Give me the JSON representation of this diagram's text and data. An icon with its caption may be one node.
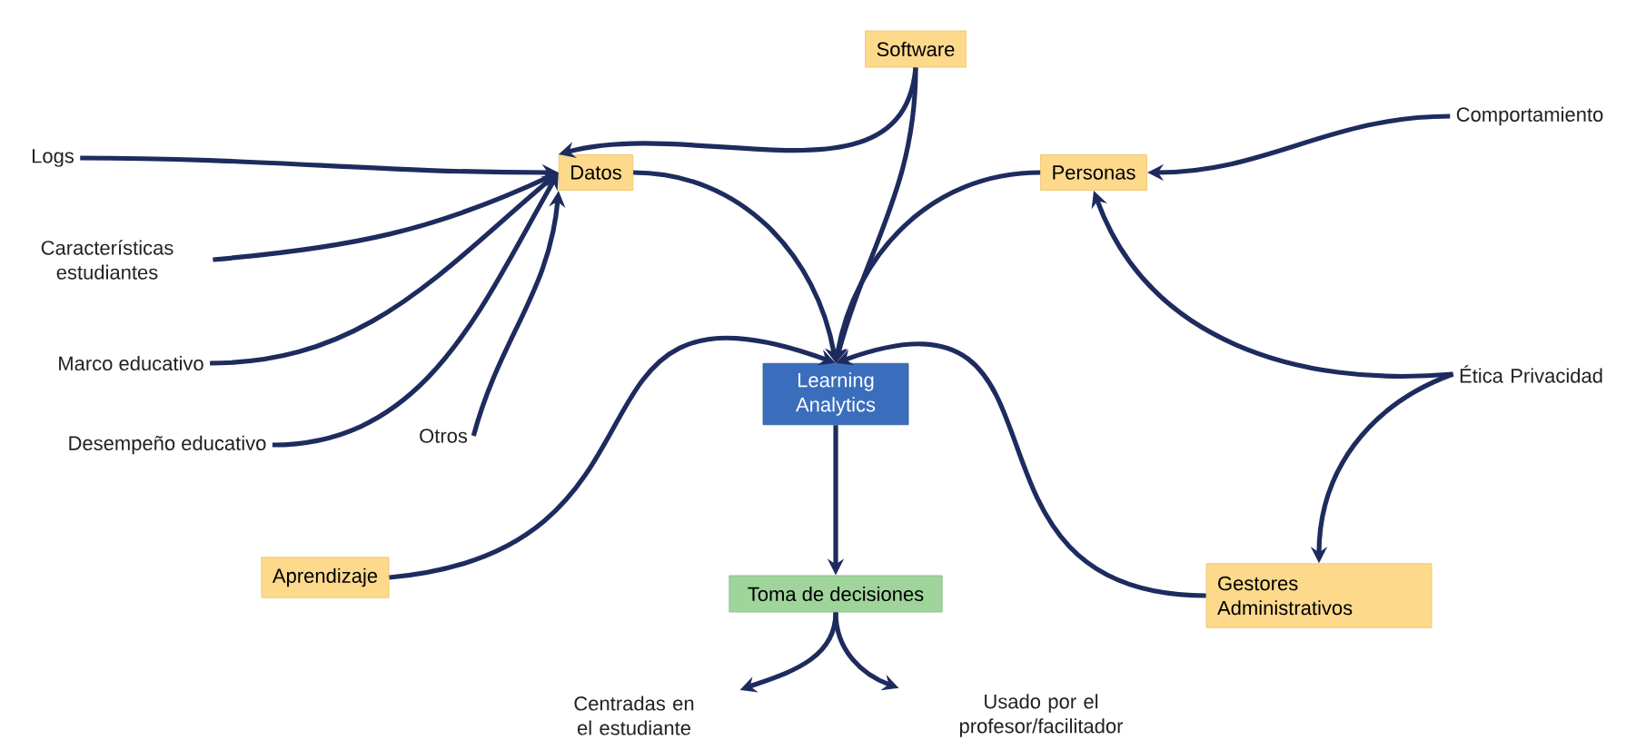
{
  "diagram": {
    "nodes": [
      {
        "text": [
          "Software"
        ]
      },
      {
        "text": [
          "Datos"
        ]
      },
      {
        "text": [
          "Personas"
        ]
      },
      {
        "text": [
          "Logs"
        ]
      },
      {
        "text": [
          "Características estudiantes"
        ]
      },
      {
        "text": [
          "Marco educativo"
        ]
      },
      {
        "text": [
          "Desempeño educativo"
        ]
      },
      {
        "text": [
          "Otros"
        ]
      },
      {
        "text": [
          "Comportamiento"
        ]
      },
      {
        "text": [
          "Learning Analytics"
        ]
      },
      {
        "text": [
          "Ética Privacidad"
        ]
      },
      {
        "text": [
          "Aprendizaje"
        ]
      },
      {
        "text": [
          "Toma de decisiones"
        ]
      },
      {
        "text": [
          "Gestores Administrativos"
        ]
      },
      {
        "text": [
          "Centradas en el estudiante"
        ]
      },
      {
        "text": [
          "Usado por el profesor/facilitador"
        ]
      }
    ],
    "edges": [
      {
        "from": 0,
        "to": 1,
        "arrow": "to"
      },
      {
        "from": 0,
        "to": 9,
        "arrow": "to"
      },
      {
        "from": 3,
        "to": 1,
        "arrow": "to"
      },
      {
        "from": 4,
        "to": 1,
        "arrow": "to"
      },
      {
        "from": 5,
        "to": 1,
        "arrow": "to"
      },
      {
        "from": 6,
        "to": 1,
        "arrow": "to"
      },
      {
        "from": 7,
        "to": 1,
        "arrow": "to"
      },
      {
        "from": 1,
        "to": 9,
        "arrow": "to"
      },
      {
        "from": 2,
        "to": 9,
        "arrow": "to"
      },
      {
        "from": 8,
        "to": 2,
        "arrow": "to"
      },
      {
        "from": 11,
        "to": 9,
        "arrow": "to"
      },
      {
        "from": 13,
        "to": 9,
        "arrow": "to"
      },
      {
        "from": 10,
        "to": 2,
        "arrow": "to"
      },
      {
        "from": 10,
        "to": 13,
        "arrow": "to"
      },
      {
        "from": 9,
        "to": 12,
        "arrow": "to"
      },
      {
        "from": 12,
        "to": 14,
        "arrow": "to"
      },
      {
        "from": 12,
        "to": 15,
        "arrow": "to"
      }
    ]
  }
}
